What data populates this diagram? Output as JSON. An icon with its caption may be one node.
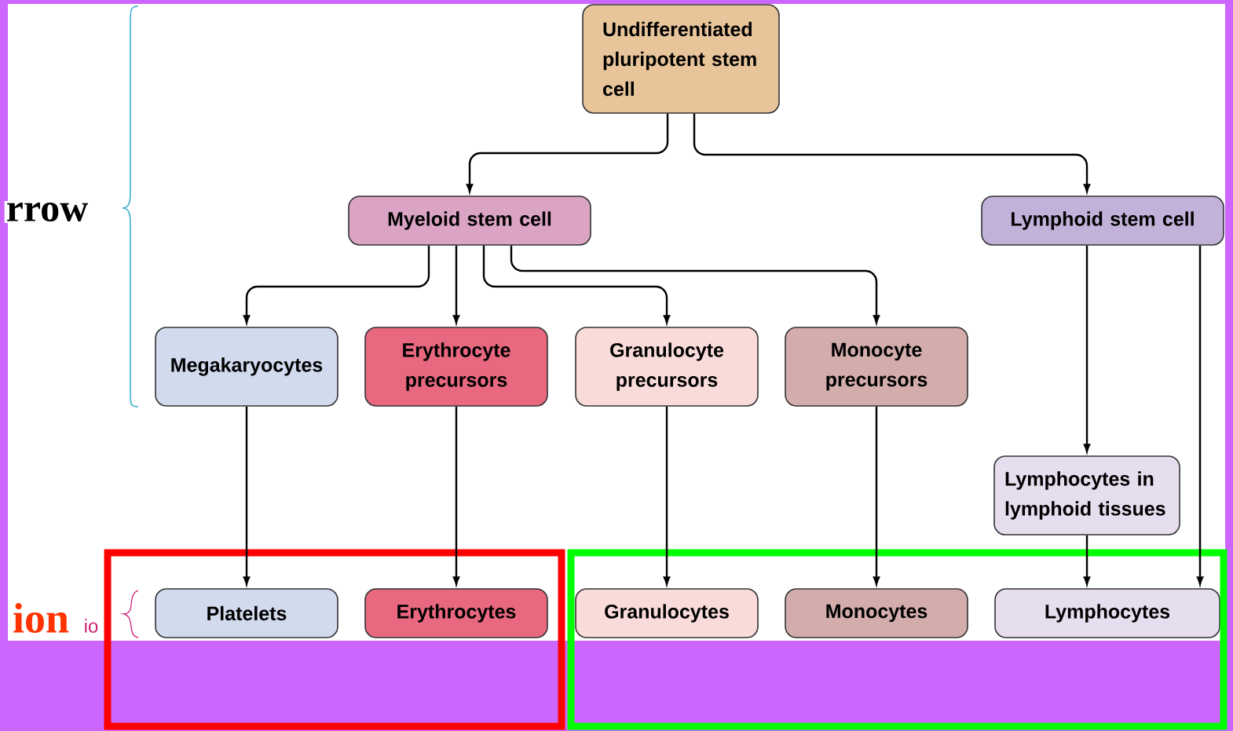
{
  "diagram": {
    "nodes": [
      {
        "text": [
          "Undifferentiated pluripotent stem cell"
        ]
      },
      {
        "text": [
          "Myeloid stem cell"
        ]
      },
      {
        "text": [
          "Lymphoid stem cell"
        ]
      },
      {
        "text": [
          "Megakaryocytes"
        ]
      },
      {
        "text": [
          "Erythrocyte precursors"
        ]
      },
      {
        "text": [
          "Granulocyte precursors"
        ]
      },
      {
        "text": [
          "Monocyte precursors"
        ]
      },
      {
        "text": [
          "Lymphocytes in lymphoid tissues"
        ]
      },
      {
        "text": [
          "Platelets"
        ]
      },
      {
        "text": [
          "Erythrocytes"
        ]
      },
      {
        "text": [
          "Granulocytes"
        ]
      },
      {
        "text": [
          "Monocytes"
        ]
      },
      {
        "text": [
          "Lymphocytes"
        ]
      }
    ],
    "edges": [
      {
        "from": 0,
        "to": 1,
        "arrow": "to"
      },
      {
        "from": 0,
        "to": 2,
        "arrow": "to"
      },
      {
        "from": 1,
        "to": 3,
        "arrow": "to"
      },
      {
        "from": 1,
        "to": 4,
        "arrow": "to"
      },
      {
        "from": 1,
        "to": 5,
        "arrow": "to"
      },
      {
        "from": 1,
        "to": 6,
        "arrow": "to"
      },
      {
        "from": 2,
        "to": 7,
        "arrow": "to"
      },
      {
        "from": 2,
        "to": 12,
        "arrow": "to"
      },
      {
        "from": 3,
        "to": 8,
        "arrow": "to"
      },
      {
        "from": 4,
        "to": 9,
        "arrow": "to"
      },
      {
        "from": 5,
        "to": 10,
        "arrow": "to"
      },
      {
        "from": 6,
        "to": 11,
        "arrow": "to"
      },
      {
        "from": 7,
        "to": 12,
        "arrow": "to"
      }
    ],
    "labels": [
      "rrow",
      "ion",
      "io"
    ]
  }
}
